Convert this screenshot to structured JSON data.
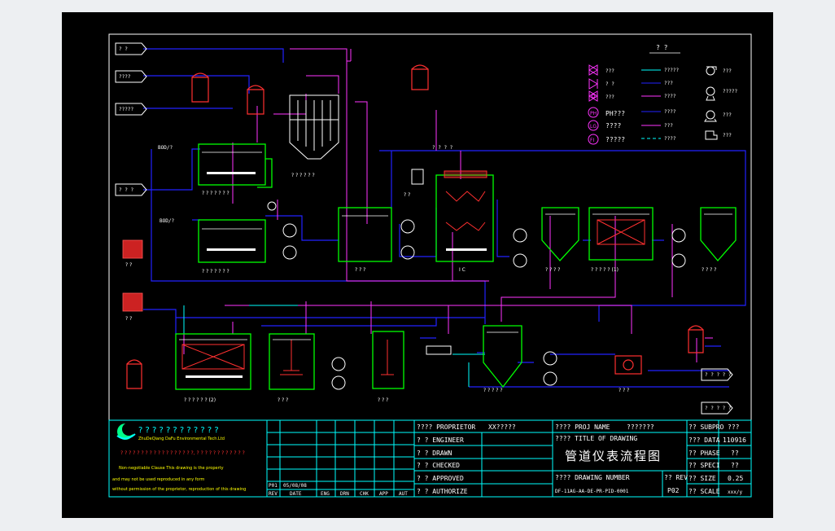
{
  "colors": {
    "background": "#000000",
    "border": "#ffffff",
    "tank": "#00ff00",
    "pipe_blue": "#0000ff",
    "pipe_magenta": "#ff00ff",
    "pipe_cyan": "#00ffff",
    "equipment_red": "#ff0000",
    "title_block": "#00ffff"
  },
  "legend": {
    "title": "? ?",
    "symbols": [
      {
        "icon": "gate-valve-icon",
        "label": "???"
      },
      {
        "icon": "check-valve-icon",
        "label": "? ?"
      },
      {
        "icon": "ball-valve-icon",
        "label": "???"
      },
      {
        "icon": "ph-meter-icon",
        "code": "PH",
        "label": "PH???"
      },
      {
        "icon": "level-gauge-icon",
        "code": "LG",
        "label": "????"
      },
      {
        "icon": "flow-meter-icon",
        "code": "FI",
        "label": "?????"
      }
    ],
    "lines": [
      {
        "style": "cyan",
        "label": "?????"
      },
      {
        "style": "blue",
        "label": "???"
      },
      {
        "style": "magenta",
        "label": "????"
      },
      {
        "style": "blue",
        "label": "????"
      },
      {
        "style": "magenta",
        "label": "???"
      },
      {
        "style": "dashed",
        "label": "????"
      }
    ],
    "equipment": [
      {
        "icon": "blower-icon",
        "label": "???"
      },
      {
        "icon": "metering-pump-icon",
        "label": "?????"
      },
      {
        "icon": "centrifugal-pump-icon",
        "label": "???"
      },
      {
        "icon": "fan-icon",
        "label": "???"
      }
    ]
  },
  "streams": {
    "top_inputs": [
      "? ?",
      "????",
      "?????"
    ],
    "side_input": "? ? ?",
    "outputs": [
      "? ? ? ? ?",
      "? ? ? ? ?"
    ],
    "flow_label_1": "BOD/?",
    "flow_label_2": "BOD/?",
    "gas_label": "? ? ? ?"
  },
  "units": {
    "collection_tank": "? ? ? ? ? ? ?",
    "production_tank": "? ? ? ? ? ? ?",
    "hydrolysis": "? ? ? ? ? ?",
    "ph_tank": "? ? ?",
    "ic_reactor": "I C",
    "aerobic_1": "? ? ? ? ? (1)",
    "settling_1": "? ? ? ?",
    "settling_2": "? ? ? ?",
    "biofilter_2": "? ? ? ? ? ? (2)",
    "coagulation": "? ? ?",
    "flocculation": "? ? ?",
    "sludge_tank": "? ? ? ? ?",
    "dewatering": "? ? ?",
    "blower": "? ?",
    "pump_station": "? ?",
    "fan_room": "? ?"
  },
  "company": {
    "name_cn": "? ? ? ? ? ? ? ? ? ? ? ?",
    "name_en": "ZhuDeQiang DaFu Environmental Tech.Ltd",
    "notice_cn": "? ? ? ? ? ? ? ? ? ? ? ? ? ? ? ? ? ?, ? ? ? ? ? ? ? ? ? ? ? ?",
    "notice_en_1": "Non-negotiable Clause This drawing is the property",
    "notice_en_2": "and may not be used reproduced in any form",
    "notice_en_3": "without permission of the proprietor, reproduction of this drawing"
  },
  "revision": {
    "rev": "P01",
    "date": "05/08/08",
    "headers": [
      "REV",
      "DATE",
      "ENG",
      "DRN",
      "CHK",
      "APP",
      "AUT"
    ]
  },
  "title_block": {
    "proprietor_label": "???? PROPRIETOR",
    "proprietor_value": "XX?????",
    "engineer_label": "? ? ENGINEER",
    "drawn_label": "? ? DRAWN",
    "checked_label": "? ? CHECKED",
    "approved_label": "? ? APPROVED",
    "authorized_label": "? ? AUTHORIZE",
    "proj_label": "???? PROJ NAME",
    "proj_value": "???????",
    "title_label": "???? TITLE OF DRAWING",
    "title_value": "管道仪表流程图",
    "drawing_no_label": "???? DRAWING NUMBER",
    "drawing_no_value": "DF-11AG-AA-DE-PR-PID-0001",
    "rev_label": "?? REV",
    "rev_value": "P02",
    "subpro_label": "?? SUBPRO",
    "subpro_value": "???",
    "data_label": "??? DATA",
    "data_value": "110916",
    "phase_label": "?? PHASE",
    "phase_value": "??",
    "speci_label": "?? SPECI",
    "speci_value": "??",
    "size_label": "?? SIZE",
    "size_value": "0.25",
    "scale_label": "?? SCALE",
    "scale_value": "xxx/y"
  }
}
